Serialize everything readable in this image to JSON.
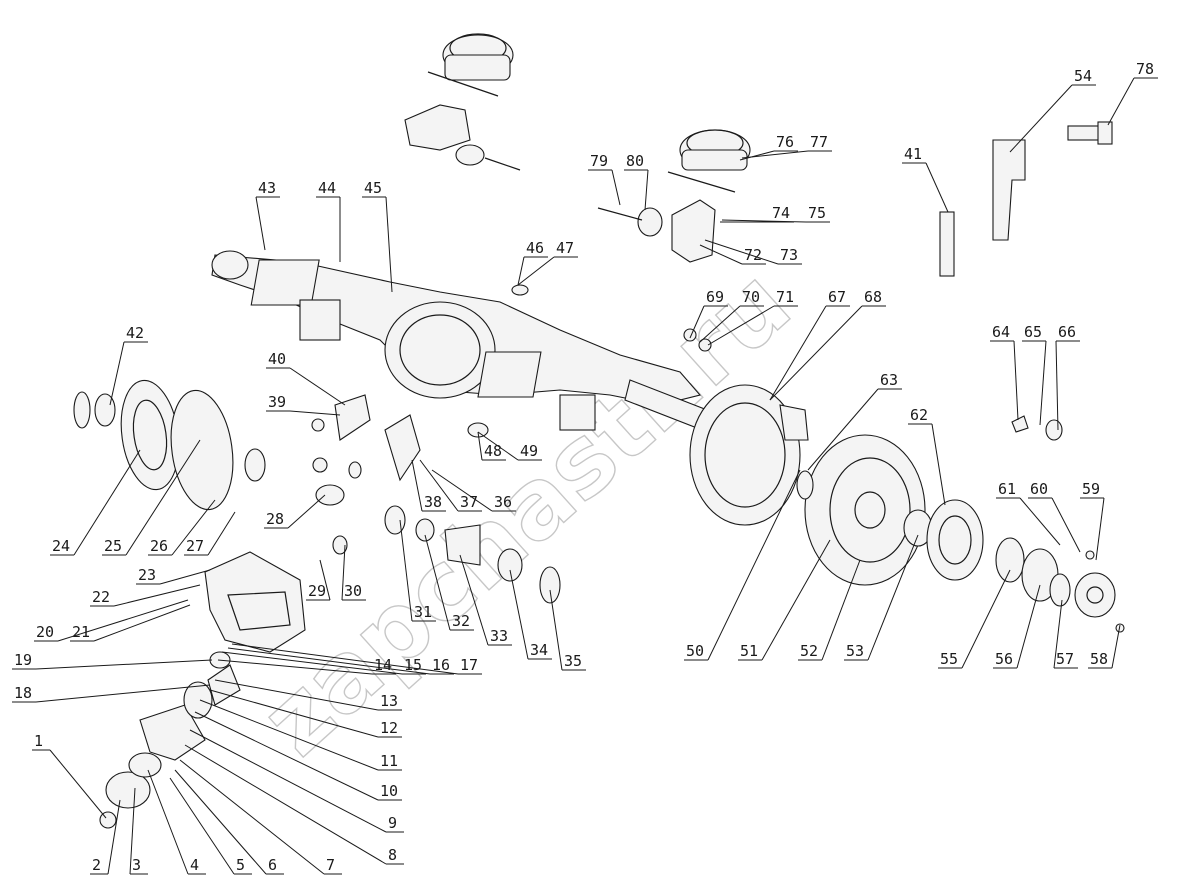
{
  "watermark": "zapchasti.ru",
  "callouts": [
    "1",
    "2",
    "3",
    "4",
    "5",
    "6",
    "7",
    "8",
    "9",
    "10",
    "11",
    "12",
    "13",
    "14",
    "15",
    "16",
    "17",
    "18",
    "19",
    "20",
    "21",
    "22",
    "23",
    "24",
    "25",
    "26",
    "27",
    "28",
    "29",
    "30",
    "31",
    "32",
    "33",
    "34",
    "35",
    "36",
    "37",
    "38",
    "39",
    "40",
    "41",
    "42",
    "43",
    "44",
    "45",
    "46",
    "47",
    "48",
    "49",
    "50",
    "51",
    "52",
    "53",
    "54",
    "55",
    "56",
    "57",
    "58",
    "59",
    "60",
    "61",
    "62",
    "63",
    "64",
    "65",
    "66",
    "67",
    "68",
    "69",
    "70",
    "71",
    "72",
    "73",
    "74",
    "75",
    "76",
    "77",
    "78",
    "79",
    "80"
  ]
}
